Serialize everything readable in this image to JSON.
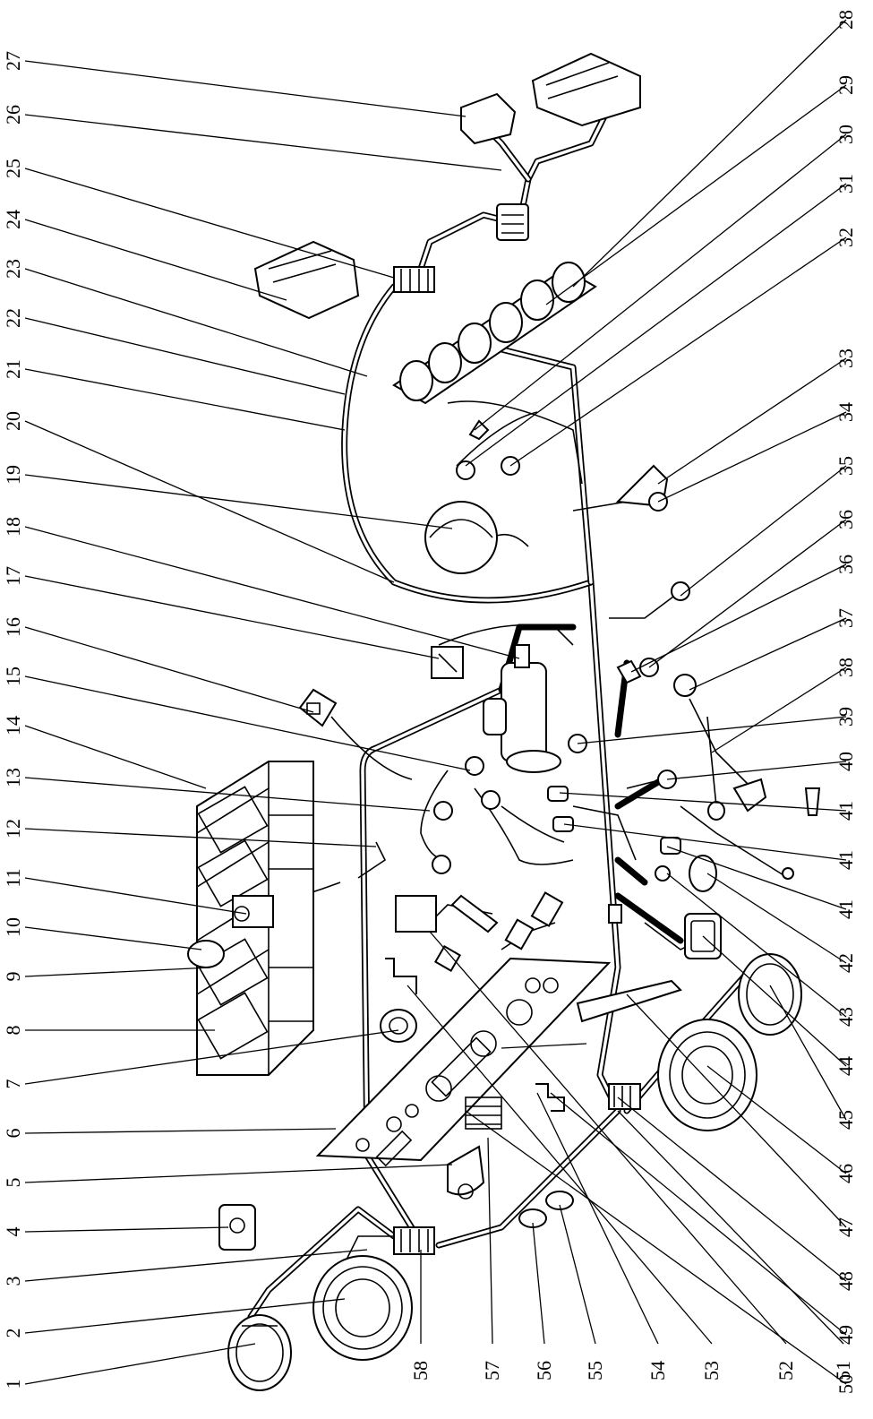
{
  "diagram": {
    "left_labels": [
      "1",
      "2",
      "3",
      "4",
      "5",
      "6",
      "7",
      "8",
      "9",
      "10",
      "11",
      "12",
      "13",
      "14",
      "15",
      "16",
      "17",
      "18",
      "19",
      "20",
      "21",
      "22",
      "23",
      "24",
      "25",
      "26",
      "27"
    ],
    "right_labels": [
      "28",
      "29",
      "30",
      "31",
      "32",
      "33",
      "34",
      "35",
      "36",
      "36",
      "37",
      "38",
      "39",
      "40",
      "41",
      "41",
      "41",
      "42",
      "43",
      "44",
      "45",
      "46",
      "47",
      "48",
      "49",
      "50"
    ],
    "bottom_labels": [
      "58",
      "57",
      "56",
      "55",
      "54",
      "53",
      "52",
      "51"
    ]
  }
}
